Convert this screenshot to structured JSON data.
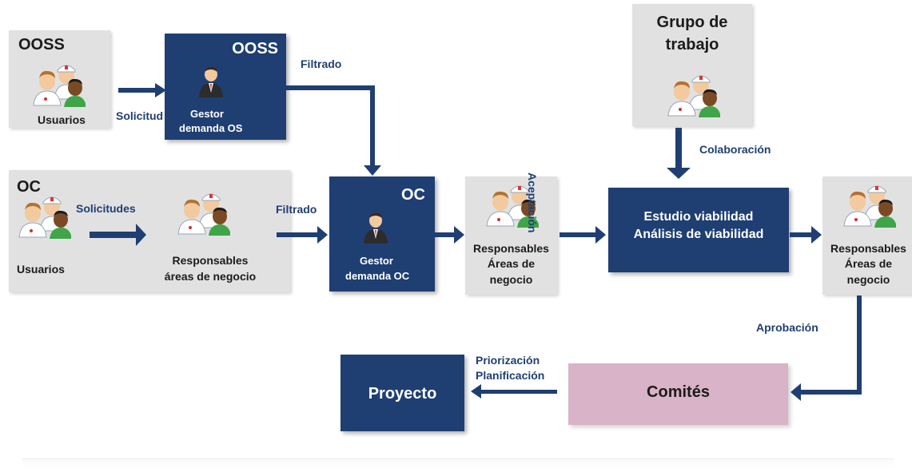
{
  "ooss_group": {
    "title": "OOSS",
    "users_label": "Usuarios"
  },
  "ooss_manager": {
    "title": "OOSS",
    "label_line1": "Gestor",
    "label_line2": "demanda OS"
  },
  "oc_group": {
    "title": "OC",
    "users_label": "Usuarios",
    "resp_line1": "Responsables",
    "resp_line2": "áreas de negocio"
  },
  "oc_manager": {
    "title": "OC",
    "label_line1": "Gestor",
    "label_line2": "demanda OC"
  },
  "resp_areas_1": {
    "line1": "Responsables",
    "line2": "Áreas de",
    "line3": "negocio"
  },
  "study": {
    "line1": "Estudio viabilidad",
    "line2": "Análisis de viabilidad"
  },
  "resp_areas_2": {
    "line1": "Responsables",
    "line2": "Áreas de",
    "line3": "negocio"
  },
  "work_group": {
    "line1": "Grupo de",
    "line2": "trabajo"
  },
  "committees": {
    "label": "Comités"
  },
  "project": {
    "label": "Proyecto"
  },
  "flow_labels": {
    "solicitud": "Solicitud",
    "filtrado_top": "Filtrado",
    "solicitudes": "Solicitudes",
    "filtrado_mid": "Filtrado",
    "aceptacion": "Aceptación",
    "colaboracion": "Colaboración",
    "aprobacion": "Aprobación",
    "priorizacion": "Priorización",
    "planificacion": "Planificación"
  },
  "icons": {
    "people": "people-group-icon",
    "manager": "manager-icon"
  },
  "colors": {
    "navy": "#1f3f73",
    "gray": "#e1e1e1",
    "pink": "#d9b3c7",
    "arrow": "#1f3f73"
  }
}
